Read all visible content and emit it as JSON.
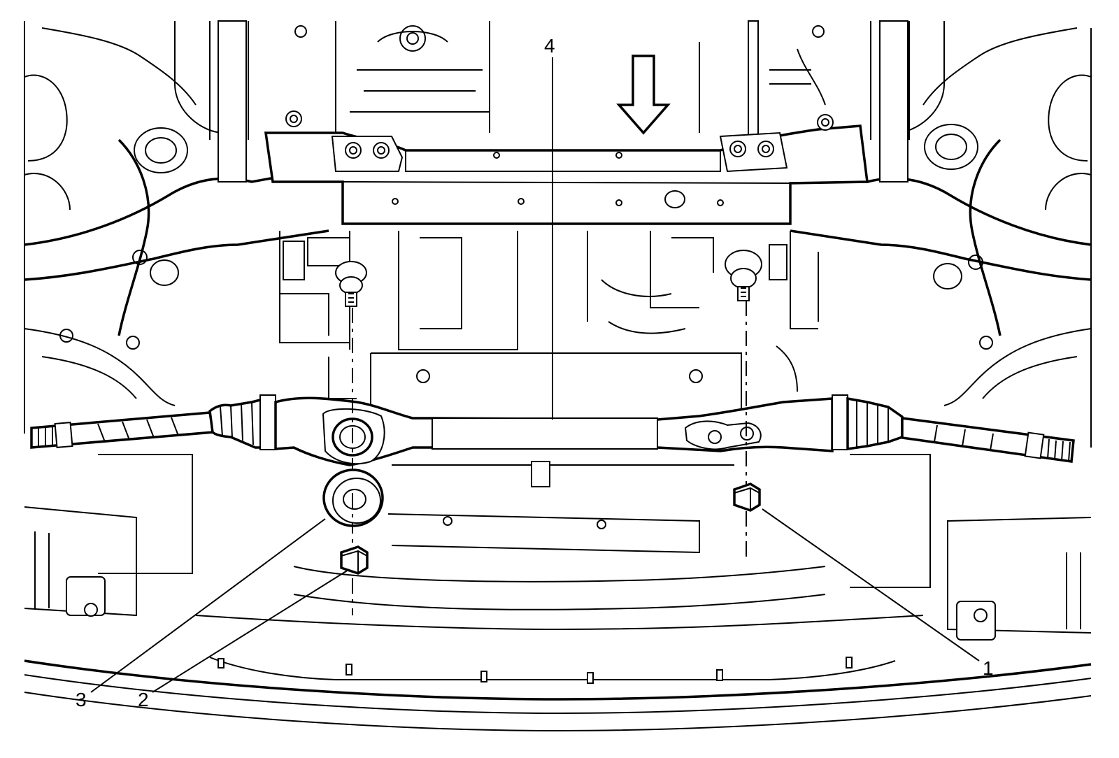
{
  "callouts": [
    {
      "id": "1",
      "label": "1",
      "part": "nut-right"
    },
    {
      "id": "2",
      "label": "2",
      "part": "nut-left"
    },
    {
      "id": "3",
      "label": "3",
      "part": "insulator"
    },
    {
      "id": "4",
      "label": "4",
      "part": "steering-gear"
    }
  ],
  "view_arrow": "direction-arrow-down"
}
